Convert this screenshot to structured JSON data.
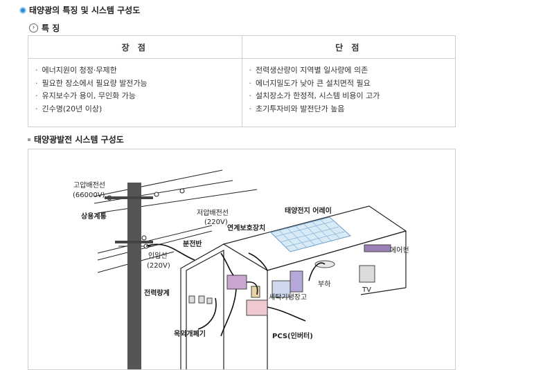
{
  "page_title": "태양광의 특징 및 시스템 구성도",
  "features": {
    "heading": "특 징",
    "columns": [
      "장 점",
      "단 점"
    ],
    "advantages": [
      "에너지원이 청정·무제한",
      "필요한 장소에서 필요량 발전가능",
      "유지보수가 용이, 무인화 가능",
      "긴수명(20년 이상)"
    ],
    "disadvantages": [
      "전력생산량이 지역별 일사량에 의존",
      "에너지밀도가 낮아 큰 설치면적 필요",
      "설치장소가 한정적, 시스템 비용이 고가",
      "초기투자비와 발전단가 높음"
    ]
  },
  "system": {
    "heading": "태양광발전 시스템 구성도",
    "labels": {
      "hv_line": "고압배전선",
      "hv_value": "(66000V)",
      "grid": "상용계통",
      "lv_line": "저압배전선",
      "lv_value": "(220V)",
      "protection": "연계보호장치",
      "array": "태양전지 어레이",
      "panel": "분전반",
      "service_line": "인입선",
      "service_value": "(220V)",
      "aircon": "에어컨",
      "meter": "전력량계",
      "load": "부하",
      "tv": "TV",
      "appliances": "세탁기냉장고",
      "switch": "옥외개폐기",
      "pcs": "PCS(인버터)"
    }
  }
}
